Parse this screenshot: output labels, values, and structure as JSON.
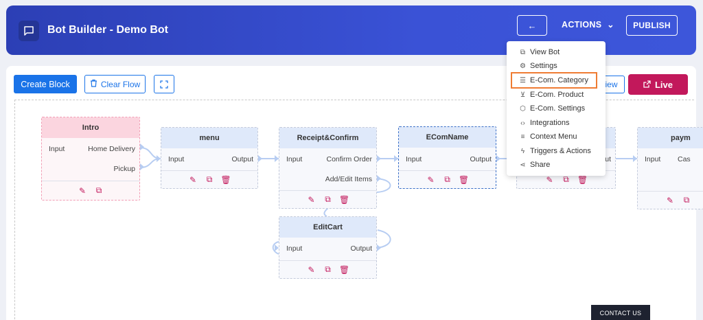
{
  "header": {
    "title": "Bot Builder - Demo Bot",
    "back_symbol": "←",
    "actions_label": "ACTIONS",
    "publish_label": "PUBLISH"
  },
  "toolbar": {
    "create_block": "Create Block",
    "clear_flow": "Clear Flow",
    "preview_partial": "iew",
    "live": "Live"
  },
  "actions_menu": {
    "items": [
      {
        "label": "View Bot",
        "icon": "external-link-icon"
      },
      {
        "label": "Settings",
        "icon": "gear-icon"
      },
      {
        "label": "E-Com. Category",
        "icon": "list-icon"
      },
      {
        "label": "E-Com. Product",
        "icon": "cart-icon"
      },
      {
        "label": "E-Com. Settings",
        "icon": "cube-icon"
      },
      {
        "label": "Integrations",
        "icon": "code-icon"
      },
      {
        "label": "Context Menu",
        "icon": "menu-icon"
      },
      {
        "label": "Triggers & Actions",
        "icon": "bolt-icon"
      },
      {
        "label": "Share",
        "icon": "share-icon"
      }
    ],
    "highlighted_index": 2
  },
  "blocks": {
    "intro": {
      "title": "Intro",
      "input": "Input",
      "outputs": [
        "Home Delivery",
        "Pickup"
      ]
    },
    "menu": {
      "title": "menu",
      "input": "Input",
      "output": "Output"
    },
    "receipt": {
      "title": "Receipt&Confirm",
      "input": "Input",
      "outputs": [
        "Confirm Order",
        "Add/Edit Items"
      ]
    },
    "ecomname": {
      "title": "EComName",
      "input": "Input",
      "output": "Output"
    },
    "hidden_output_partial": "ut",
    "payment": {
      "title": "paym",
      "input": "Input",
      "output_partial": "Cas"
    },
    "editcart": {
      "title": "EditCart",
      "input": "Input",
      "output": "Output"
    }
  },
  "contact": "CONTACT US",
  "colors": {
    "header": "#3a52d6",
    "accent": "#1a73e8",
    "live": "#c2185b",
    "highlight": "#ef7c33"
  }
}
